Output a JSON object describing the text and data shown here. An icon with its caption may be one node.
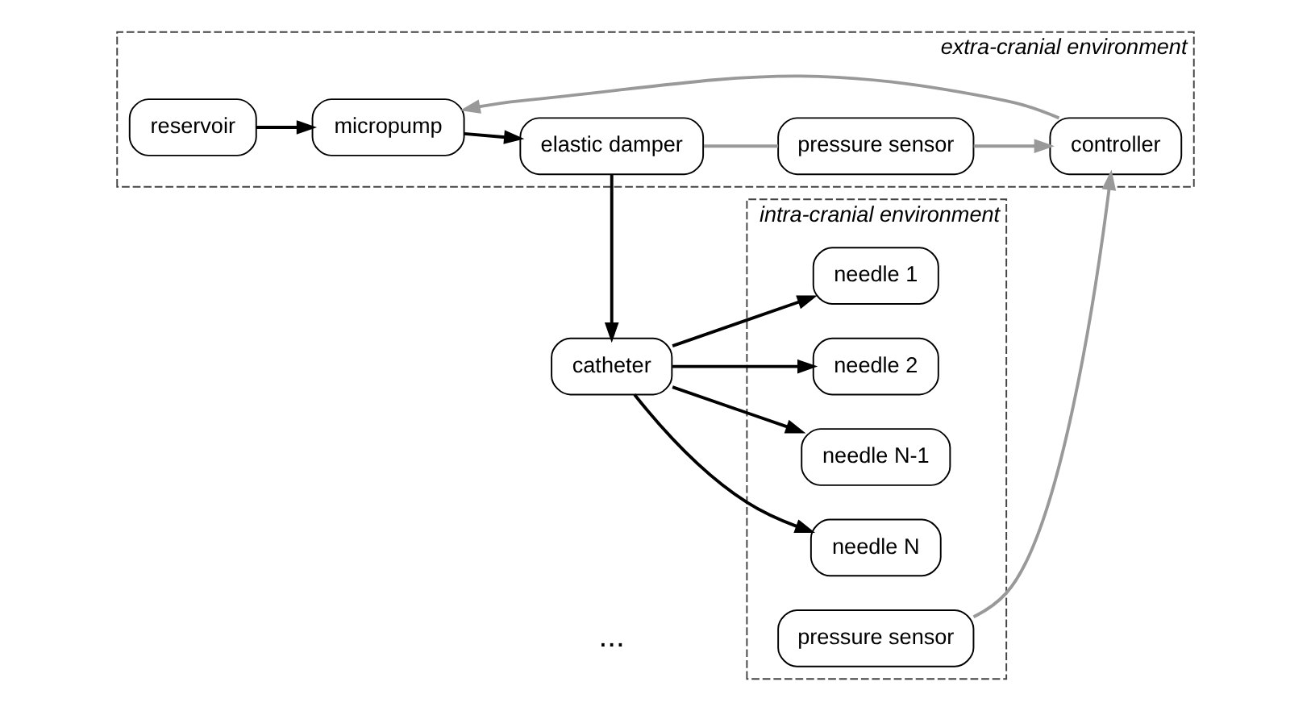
{
  "diagram": {
    "nodes": [
      {
        "text": [
          "extra-cranial environment"
        ]
      },
      {
        "text": [
          "reservoir"
        ],
        "in": 0
      },
      {
        "text": [
          "micropump"
        ],
        "in": 0
      },
      {
        "text": [
          "elastic damper"
        ],
        "in": 0
      },
      {
        "text": [
          "controller"
        ],
        "in": 0
      },
      {
        "text": [
          "pressure sensor"
        ],
        "in": 0
      },
      {
        "text": [
          "intra-cranial environment"
        ]
      },
      {
        "text": [
          "catheter"
        ]
      },
      {
        "text": [
          "needle 1"
        ],
        "in": 6
      },
      {
        "text": [
          "needle 2"
        ],
        "in": 6
      },
      {
        "text": [
          "needle N-1"
        ],
        "in": 6
      },
      {
        "text": [
          "needle N"
        ],
        "in": 6
      },
      {
        "text": [
          "pressure sensor"
        ],
        "in": 6
      }
    ],
    "edges": [
      {
        "from": 1,
        "to": 2,
        "arrow": "to"
      },
      {
        "from": 2,
        "to": 3,
        "arrow": "to"
      },
      {
        "from": 3,
        "to": 7,
        "arrow": "to"
      },
      {
        "from": 7,
        "to": 8,
        "arrow": "to"
      },
      {
        "from": 7,
        "to": 9,
        "arrow": "to"
      },
      {
        "from": 7,
        "to": 10,
        "arrow": "to"
      },
      {
        "from": 7,
        "to": 11,
        "arrow": "to"
      },
      {
        "from": 4,
        "to": 2,
        "arrow": "to",
        "color": "#999999"
      },
      {
        "from": 3,
        "to": 5,
        "arrow": "none",
        "color": "#999999"
      },
      {
        "from": 5,
        "to": 4,
        "arrow": "to",
        "color": "#999999"
      },
      {
        "from": 12,
        "to": 4,
        "arrow": "to",
        "color": "#999999"
      }
    ],
    "labels": [
      "..."
    ]
  }
}
